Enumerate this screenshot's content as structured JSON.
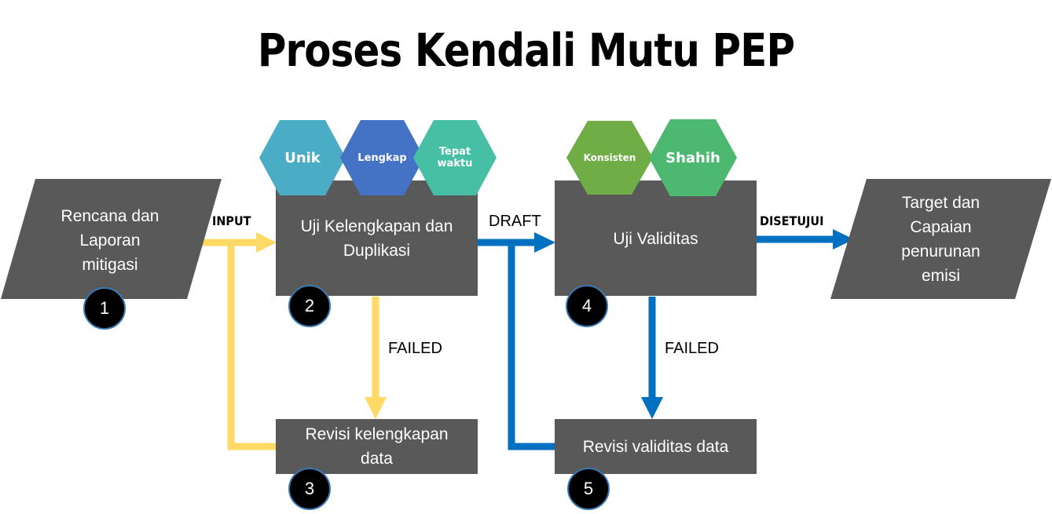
{
  "title": "Proses Kendali Mutu PEP",
  "nodes": {
    "start": {
      "label": "Rencana dan\nLaporan\nmitigasi",
      "number": "1"
    },
    "completeness_check": {
      "label": "Uji Kelengkapan dan\nDuplikasi",
      "number": "2"
    },
    "completeness_revision": {
      "label": "Revisi kelengkapan\ndata",
      "number": "3"
    },
    "validity_check": {
      "label": "Uji Validitas",
      "number": "4"
    },
    "validity_revision": {
      "label": "Revisi validitas data",
      "number": "5"
    },
    "end": {
      "label": "Target dan\nCapaian\npenurunan\nemisi"
    }
  },
  "criteria": {
    "unik": "Unik",
    "lengkap": "Lengkap",
    "tepat_waktu": "Tepat\nwaktu",
    "konsisten": "Konsisten",
    "shahih": "Shahih"
  },
  "edges": {
    "input": "INPUT",
    "draft": "DRAFT",
    "disetujui": "DISETUJUI",
    "failed_1": "FAILED",
    "failed_2": "FAILED"
  },
  "colors": {
    "box": "#595959",
    "yellow": "#ffd966",
    "blue": "#0070c0",
    "unik": "#4bacc6",
    "lengkap": "#4472c4",
    "tepat_waktu": "#46bfa5",
    "konsisten": "#70ad47",
    "shahih": "#4cb870"
  }
}
